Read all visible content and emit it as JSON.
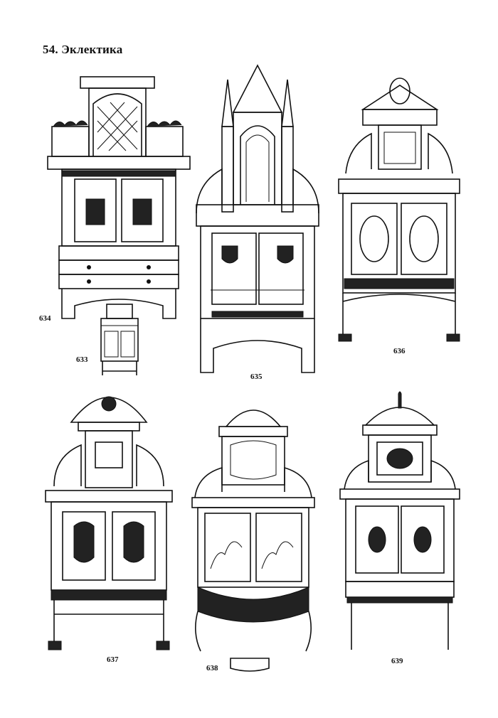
{
  "heading": "54. Эклектика",
  "figures": [
    {
      "id": "634",
      "label": "634"
    },
    {
      "id": "633",
      "label": "633"
    },
    {
      "id": "635",
      "label": "635"
    },
    {
      "id": "636",
      "label": "636"
    },
    {
      "id": "637",
      "label": "637"
    },
    {
      "id": "638",
      "label": "638"
    },
    {
      "id": "639",
      "label": "639"
    }
  ]
}
